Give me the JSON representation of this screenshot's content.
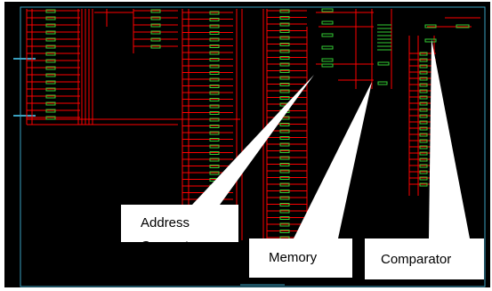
{
  "title": "",
  "colors": {
    "background": "#000000",
    "wire": "#ff0000",
    "gate": "#33cc33",
    "frame": "#3aa0c0",
    "pointer": "#ffffff"
  },
  "labels": {
    "address_generator_line1": "Address",
    "address_generator_line2": "Generator",
    "memory": "Memory",
    "comparator": "Comparator"
  }
}
